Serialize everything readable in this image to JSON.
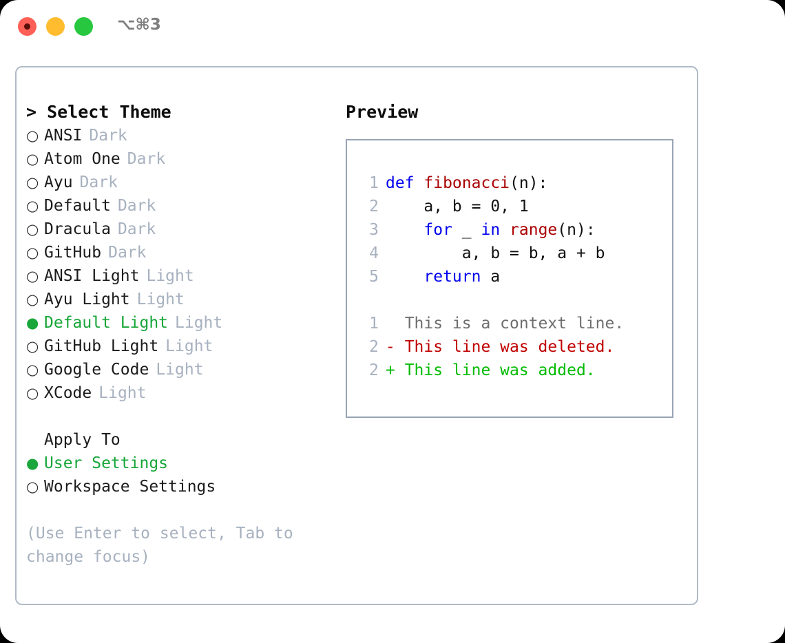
{
  "titlebar": {
    "shortcut": "⌥⌘3",
    "buttons": [
      {
        "name": "close",
        "color": "#ff5f56"
      },
      {
        "name": "minimize",
        "color": "#febc2e"
      },
      {
        "name": "maximize",
        "color": "#27c840"
      }
    ]
  },
  "theme_list": {
    "header": "> Select Theme",
    "items": [
      {
        "marker": "○",
        "label": "ANSI",
        "kind": "Dark",
        "selected": false
      },
      {
        "marker": "○",
        "label": "Atom One",
        "kind": "Dark",
        "selected": false
      },
      {
        "marker": "○",
        "label": "Ayu",
        "kind": "Dark",
        "selected": false
      },
      {
        "marker": "○",
        "label": "Default",
        "kind": "Dark",
        "selected": false
      },
      {
        "marker": "○",
        "label": "Dracula",
        "kind": "Dark",
        "selected": false
      },
      {
        "marker": "○",
        "label": "GitHub",
        "kind": "Dark",
        "selected": false
      },
      {
        "marker": "○",
        "label": "ANSI Light",
        "kind": "Light",
        "selected": false
      },
      {
        "marker": "○",
        "label": "Ayu Light",
        "kind": "Light",
        "selected": false
      },
      {
        "marker": "●",
        "label": "Default Light",
        "kind": "Light",
        "selected": true
      },
      {
        "marker": "○",
        "label": "GitHub Light",
        "kind": "Light",
        "selected": false
      },
      {
        "marker": "○",
        "label": "Google Code",
        "kind": "Light",
        "selected": false
      },
      {
        "marker": "○",
        "label": "XCode",
        "kind": "Light",
        "selected": false
      }
    ]
  },
  "apply_to": {
    "header": "Apply To",
    "items": [
      {
        "marker": "●",
        "label": "User Settings",
        "selected": true
      },
      {
        "marker": "○",
        "label": "Workspace Settings",
        "selected": false
      }
    ]
  },
  "hint": "(Use Enter to select, Tab to change focus)",
  "preview": {
    "title": "Preview",
    "code_lines": [
      {
        "no": "1",
        "tokens": [
          {
            "t": "def ",
            "c": "kw"
          },
          {
            "t": "fibonacci",
            "c": "fn"
          },
          {
            "t": "(n):",
            "c": "pl"
          }
        ]
      },
      {
        "no": "2",
        "tokens": [
          {
            "t": "    a, b = 0, 1",
            "c": "pl"
          }
        ]
      },
      {
        "no": "3",
        "tokens": [
          {
            "t": "    ",
            "c": "pl"
          },
          {
            "t": "for",
            "c": "kw"
          },
          {
            "t": " _ ",
            "c": "pl"
          },
          {
            "t": "in",
            "c": "kw"
          },
          {
            "t": " ",
            "c": "pl"
          },
          {
            "t": "range",
            "c": "fn"
          },
          {
            "t": "(n):",
            "c": "pl"
          }
        ]
      },
      {
        "no": "4",
        "tokens": [
          {
            "t": "        a, b = b, a + b",
            "c": "pl"
          }
        ]
      },
      {
        "no": "5",
        "tokens": [
          {
            "t": "    ",
            "c": "pl"
          },
          {
            "t": "return",
            "c": "kw"
          },
          {
            "t": " a",
            "c": "pl"
          }
        ]
      }
    ],
    "diff_lines": [
      {
        "no": "1",
        "text": "  This is a context line.",
        "kind": "ctx"
      },
      {
        "no": "2",
        "text": "- This line was deleted.",
        "kind": "del"
      },
      {
        "no": "2",
        "text": "+ This line was added.",
        "kind": "add"
      }
    ]
  },
  "colors": {
    "accent_green": "#16a637",
    "muted": "#a7b1bf",
    "keyword": "#0000ee",
    "function": "#aa0000",
    "diff_deleted": "#c00000",
    "diff_added": "#00bb00",
    "panel_border": "#b0bac7",
    "preview_border": "#98a4b4"
  }
}
